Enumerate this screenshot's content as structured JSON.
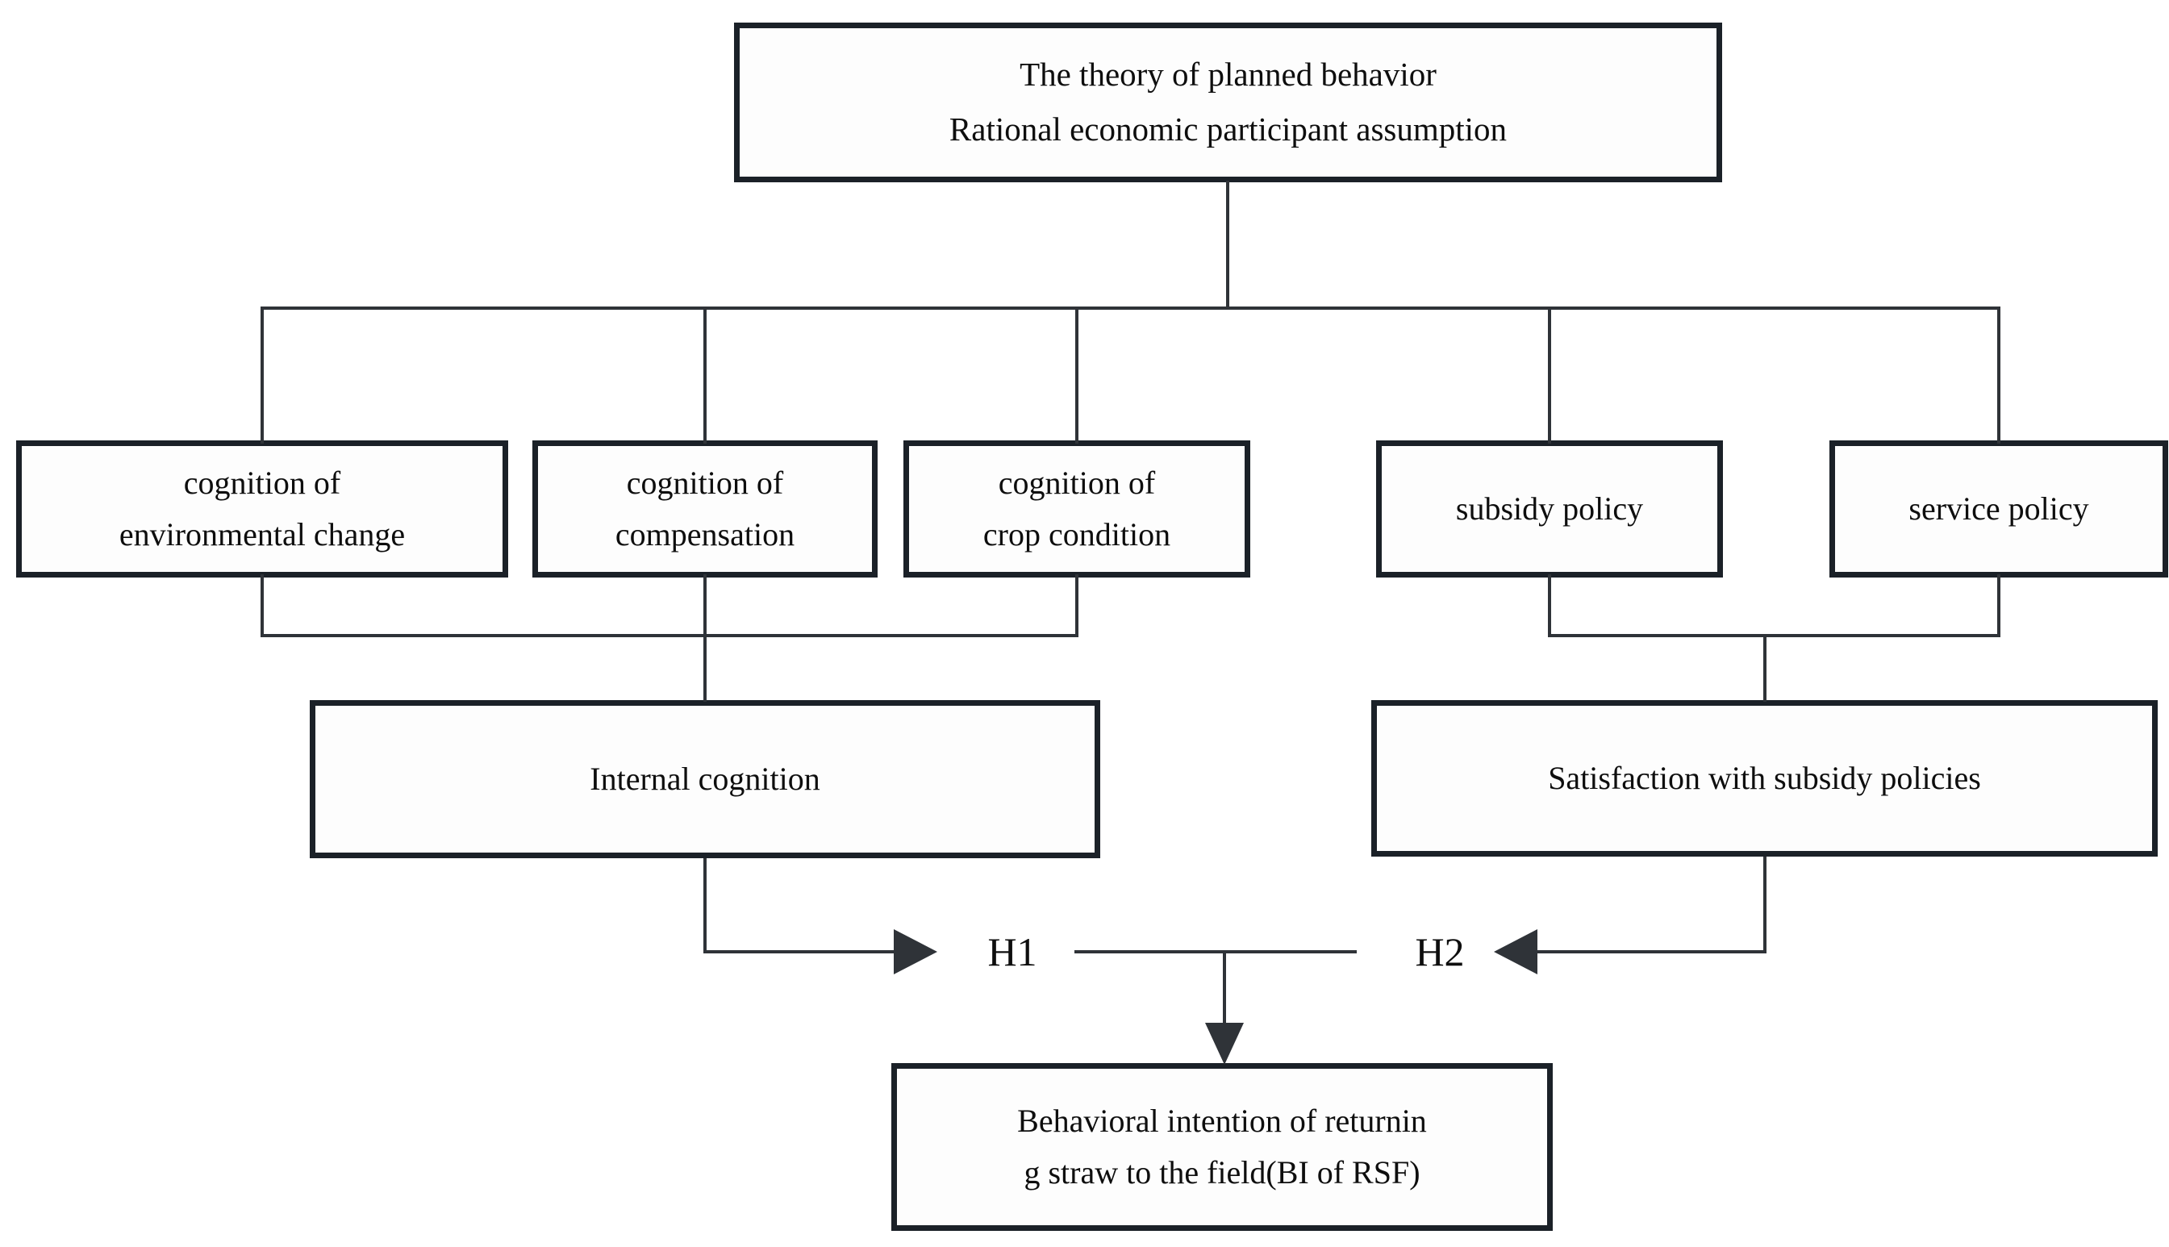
{
  "colors": {
    "box-border": "#1b2128",
    "line": "#2f3338",
    "text": "#0e0e0e",
    "box-fill": "#fdfdfd",
    "background": "#ffffff"
  },
  "nodes": {
    "theory": {
      "lines": [
        "The theory of planned behavior",
        "Rational economic participant assumption"
      ]
    },
    "env_change": {
      "lines": [
        "cognition of",
        "environmental change"
      ]
    },
    "compensation": {
      "lines": [
        "cognition of",
        "compensation"
      ]
    },
    "crop_condition": {
      "lines": [
        "cognition of",
        "crop condition"
      ]
    },
    "subsidy_policy": {
      "lines": [
        "subsidy policy"
      ]
    },
    "service_policy": {
      "lines": [
        "service policy"
      ]
    },
    "internal_cognition": {
      "lines": [
        "Internal cognition"
      ]
    },
    "satisfaction": {
      "lines": [
        "Satisfaction with subsidy policies"
      ]
    },
    "behavioral_intention": {
      "lines": [
        "Behavioral intention of returnin",
        "g straw to the field(BI of RSF)"
      ]
    }
  },
  "labels": {
    "h1": "H1",
    "h2": "H2"
  }
}
